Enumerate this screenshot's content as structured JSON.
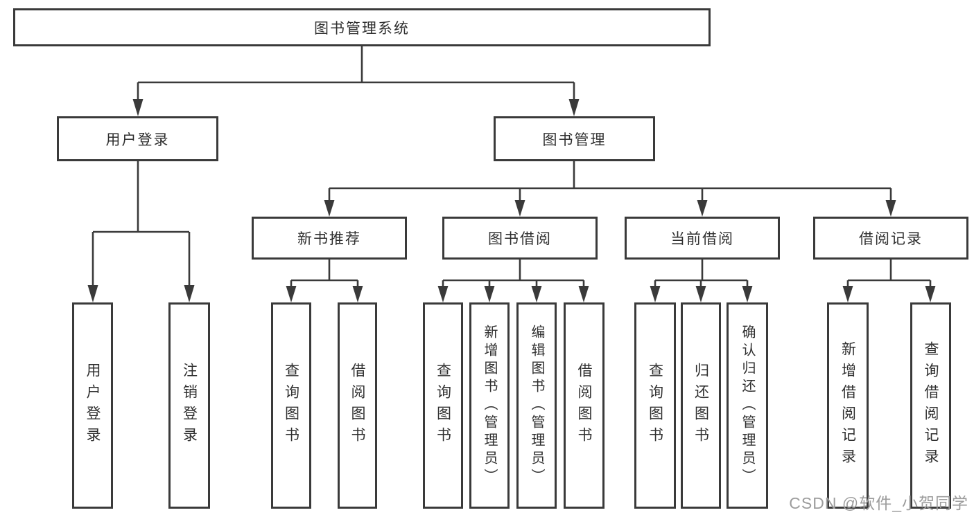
{
  "colors": {
    "line": "#3a3a3a",
    "text": "#2f2f2f",
    "watermark": "#9c9c9c",
    "bg": "#ffffff"
  },
  "watermark": "CSDN @软件_小贺同学",
  "tree": {
    "label": "图书管理系统",
    "children": [
      {
        "label": "用户登录",
        "children": [
          {
            "label": "用户登录"
          },
          {
            "label": "注销登录"
          }
        ]
      },
      {
        "label": "图书管理",
        "children": [
          {
            "label": "新书推荐",
            "children": [
              {
                "label": "查询图书"
              },
              {
                "label": "借阅图书"
              }
            ]
          },
          {
            "label": "图书借阅",
            "children": [
              {
                "label": "查询图书"
              },
              {
                "label": "新增图书（管理员）"
              },
              {
                "label": "编辑图书（管理员）"
              },
              {
                "label": "借阅图书"
              }
            ]
          },
          {
            "label": "当前借阅",
            "children": [
              {
                "label": "查询图书"
              },
              {
                "label": "归还图书"
              },
              {
                "label": "确认归还（管理员）"
              }
            ]
          },
          {
            "label": "借阅记录",
            "children": [
              {
                "label": "新增借阅记录"
              },
              {
                "label": "查询借阅记录"
              }
            ]
          }
        ]
      }
    ]
  }
}
